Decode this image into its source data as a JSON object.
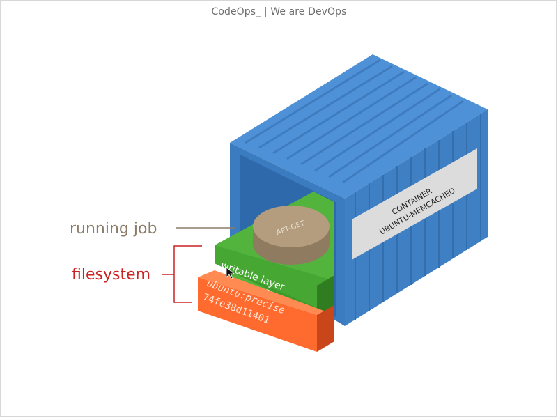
{
  "window": {
    "title": "CodeOps_ | We are DevOps"
  },
  "labels": {
    "running_job": "running job",
    "filesystem": "filesystem"
  },
  "container": {
    "line1": "CONTAINER",
    "line2": "UBUNTU-MEMCACHED"
  },
  "layers": {
    "writable": "writable layer",
    "base_name": "ubuntu:precise",
    "base_id": "74fe38d11401"
  },
  "job": {
    "label": "APT-GET"
  },
  "colors": {
    "container_front": "#3d7dc1",
    "container_side": "#4a8bd0",
    "container_top": "#5294da",
    "container_inner": "#2e68a8",
    "writable": "#4caf36",
    "writable_dark": "#2f8020",
    "base": "#ff6a2e",
    "base_dark": "#c8461a",
    "job": "#b09a7b",
    "running_job_text": "#8b7b67",
    "filesystem_text": "#cc2222"
  }
}
